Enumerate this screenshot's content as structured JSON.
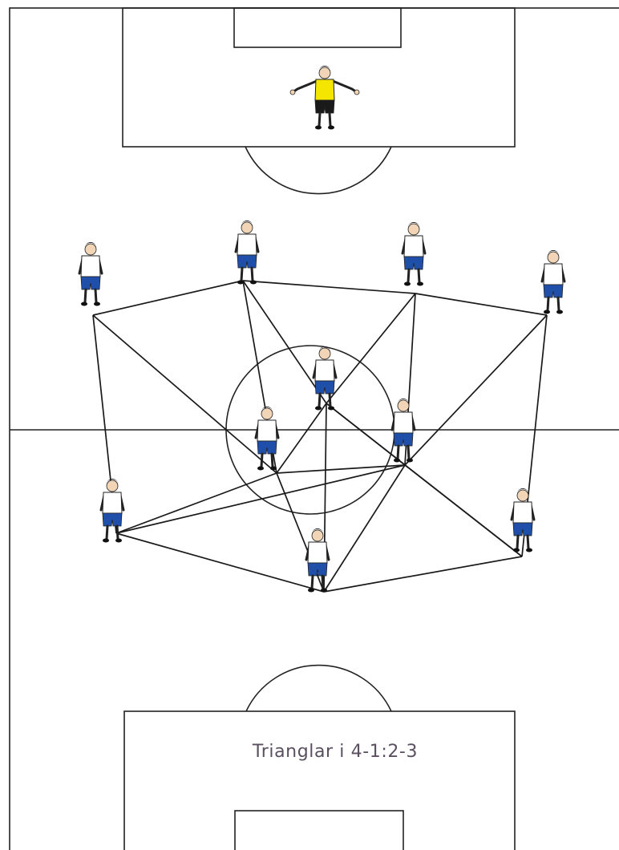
{
  "caption": "Trianglar i 4-1:2-3",
  "colors": {
    "pitch": "#ffffff",
    "lines": "#222222",
    "outfield_shirt": "#ffffff",
    "outfield_shorts": "#1f4fa8",
    "keeper_shirt": "#f5e600",
    "keeper_shorts": "#1a1a1a"
  },
  "players": [
    {
      "id": "goalkeeper",
      "role": "keeper"
    },
    {
      "id": "left-back",
      "role": "outfield"
    },
    {
      "id": "left-center-back",
      "role": "outfield"
    },
    {
      "id": "right-center-back",
      "role": "outfield"
    },
    {
      "id": "right-back",
      "role": "outfield"
    },
    {
      "id": "defensive-midfielder",
      "role": "outfield"
    },
    {
      "id": "left-central-midfielder",
      "role": "outfield"
    },
    {
      "id": "right-central-midfielder",
      "role": "outfield"
    },
    {
      "id": "left-winger",
      "role": "outfield"
    },
    {
      "id": "striker",
      "role": "outfield"
    },
    {
      "id": "right-winger",
      "role": "outfield"
    }
  ],
  "connections": [
    [
      "left-back",
      "left-center-back"
    ],
    [
      "left-center-back",
      "right-center-back"
    ],
    [
      "right-center-back",
      "right-back"
    ],
    [
      "left-back",
      "left-central-midfielder"
    ],
    [
      "left-back",
      "left-winger"
    ],
    [
      "left-center-back",
      "left-central-midfielder"
    ],
    [
      "left-center-back",
      "defensive-midfielder"
    ],
    [
      "right-center-back",
      "defensive-midfielder"
    ],
    [
      "right-center-back",
      "right-central-midfielder"
    ],
    [
      "right-back",
      "right-central-midfielder"
    ],
    [
      "right-back",
      "right-winger"
    ],
    [
      "defensive-midfielder",
      "left-central-midfielder"
    ],
    [
      "defensive-midfielder",
      "right-central-midfielder"
    ],
    [
      "defensive-midfielder",
      "striker"
    ],
    [
      "defensive-midfielder",
      "right-winger"
    ],
    [
      "left-central-midfielder",
      "right-central-midfielder"
    ],
    [
      "left-central-midfielder",
      "left-winger"
    ],
    [
      "left-central-midfielder",
      "striker"
    ],
    [
      "right-central-midfielder",
      "left-winger"
    ],
    [
      "right-central-midfielder",
      "striker"
    ],
    [
      "right-central-midfielder",
      "right-winger"
    ],
    [
      "left-winger",
      "striker"
    ],
    [
      "striker",
      "right-winger"
    ]
  ]
}
